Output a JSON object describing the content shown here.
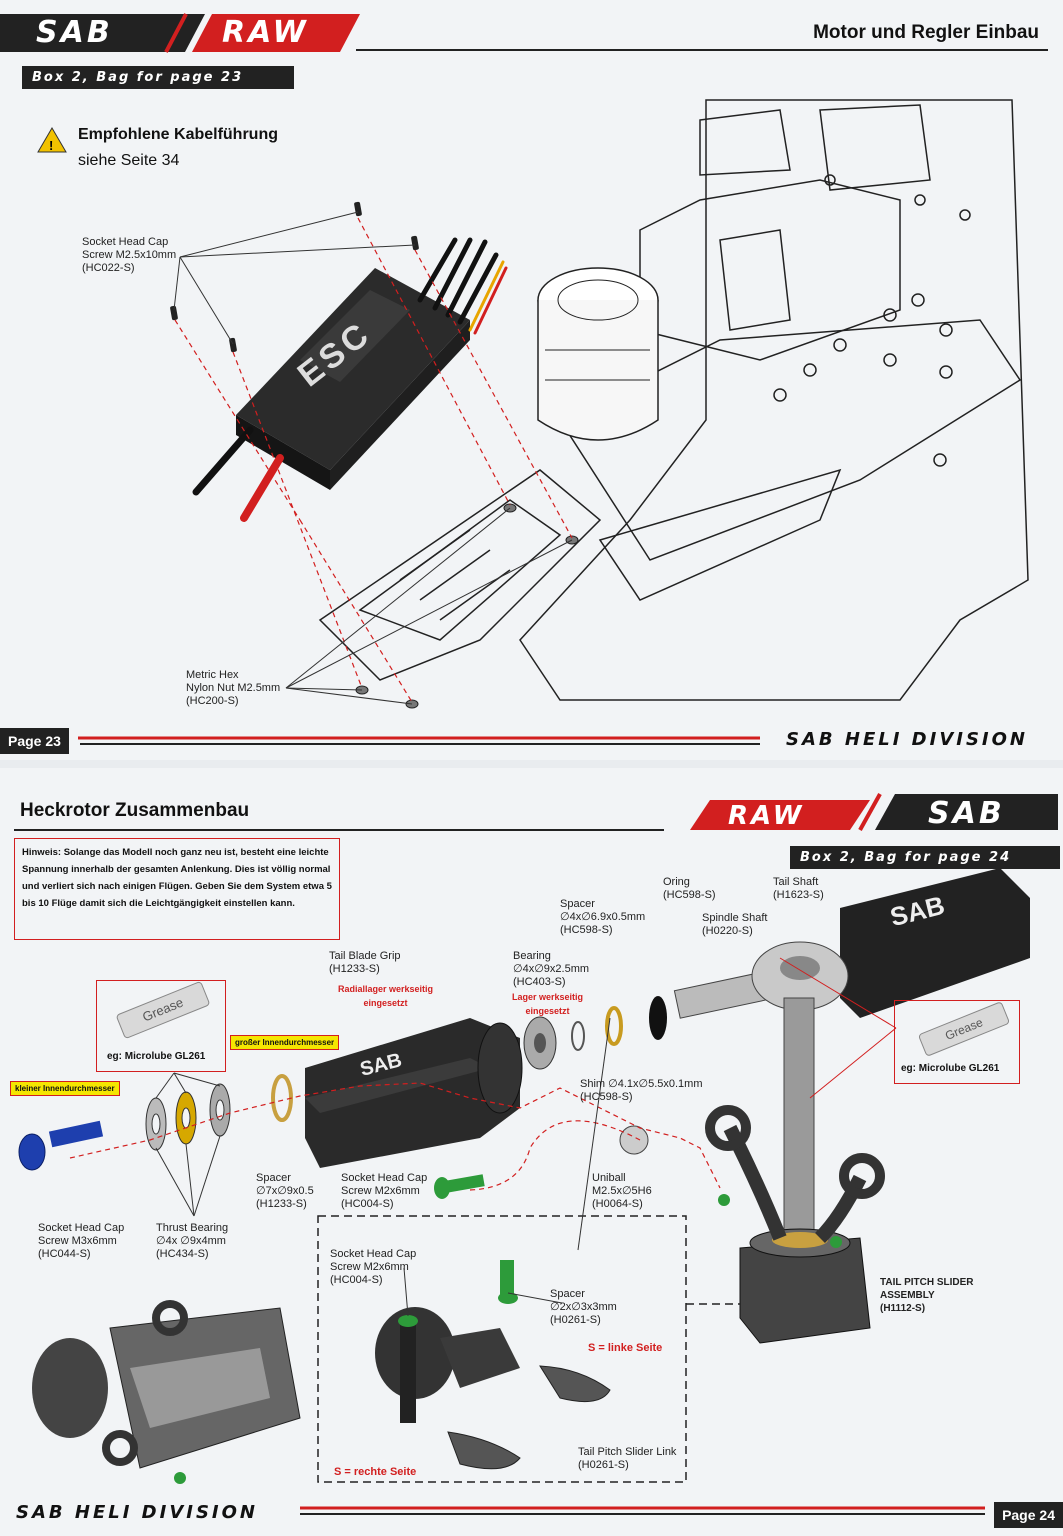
{
  "colors": {
    "accent_red": "#d21f1f",
    "dark": "#222222",
    "paper": "#f2f4f6"
  },
  "page23": {
    "logo_left": "SAB",
    "logo_right": "RAW",
    "title": "Motor und Regler Einbau",
    "box_tag": "Box 2, Bag for page 23",
    "warning_icon": "warning-triangle-icon",
    "warning_title": "Empfohlene Kabelführung",
    "warning_text": "siehe Seite 34",
    "esc_label": "ESC",
    "labels": {
      "screw": "Socket Head Cap\nScrew M2.5x10mm\n(HC022-S)",
      "nut": "Metric Hex\nNylon Nut M2.5mm\n(HC200-S)"
    },
    "page_number": "Page 23",
    "footer": "SAB HELI DIVISION"
  },
  "page24": {
    "title": "Heckrotor Zusammenbau",
    "logo_left": "RAW",
    "logo_right": "SAB",
    "box_tag": "Box 2, Bag for page 24",
    "hint": "Hinweis: Solange das Modell noch ganz neu ist, besteht eine leichte Spannung innerhalb der gesamten Anlenkung. Dies ist völlig normal und verliert sich nach einigen Flügen. Geben Sie dem System etwa 5 bis 10 Flüge damit sich die Leichtgängigkeit einstellen kann.",
    "grease_left": {
      "tube": "Grease",
      "caption": "eg: Microlube GL261"
    },
    "grease_right": {
      "tube": "Grease",
      "caption": "eg: Microlube GL261"
    },
    "tag_large": "großer Innendurchmesser",
    "tag_small": "kleiner Innendurchmesser",
    "labels": {
      "tail_blade_grip": "Tail Blade Grip\n(H1233-S)",
      "radiallager": "Radiallager werkseitig\neingesetzt",
      "bearing": "Bearing\n∅4x∅9x2.5mm\n(HC403-S)",
      "lager": "Lager werkseitig\neingesetzt",
      "spacer_top": "Spacer\n∅4x∅6.9x0.5mm\n(HC598-S)",
      "oring": "Oring\n(HC598-S)",
      "spindle": "Spindle Shaft\n(H0220-S)",
      "tail_shaft": "Tail Shaft\n(H1623-S)",
      "shim": "Shim ∅4.1x∅5.5x0.1mm\n(HC598-S)",
      "uniball": "Uniball\nM2.5x∅5H6\n(H0064-S)",
      "spacer_mid": "Spacer\n∅7x∅9x0.5\n(H1233-S)",
      "screw_m2": "Socket Head Cap\nScrew M2x6mm\n(HC004-S)",
      "screw_m3": "Socket Head Cap\nScrew M3x6mm\n(HC044-S)",
      "thrust": "Thrust Bearing\n∅4x ∅9x4mm\n(HC434-S)",
      "screw_m2_inset": "Socket Head Cap\nScrew M2x6mm\n(HC004-S)",
      "spacer_inset": "Spacer\n∅2x∅3x3mm\n(H0261-S)",
      "link": "Tail Pitch Slider Link\n(H0261-S)",
      "assembly": "TAIL PITCH SLIDER\nASSEMBLY\n(H1112-S)"
    },
    "s_left": "S = linke Seite",
    "s_right": "S = rechte Seite",
    "grip_logo": "SAB",
    "shaft_logo": "SAB",
    "page_number": "Page 24",
    "footer": "SAB HELI DIVISION"
  }
}
